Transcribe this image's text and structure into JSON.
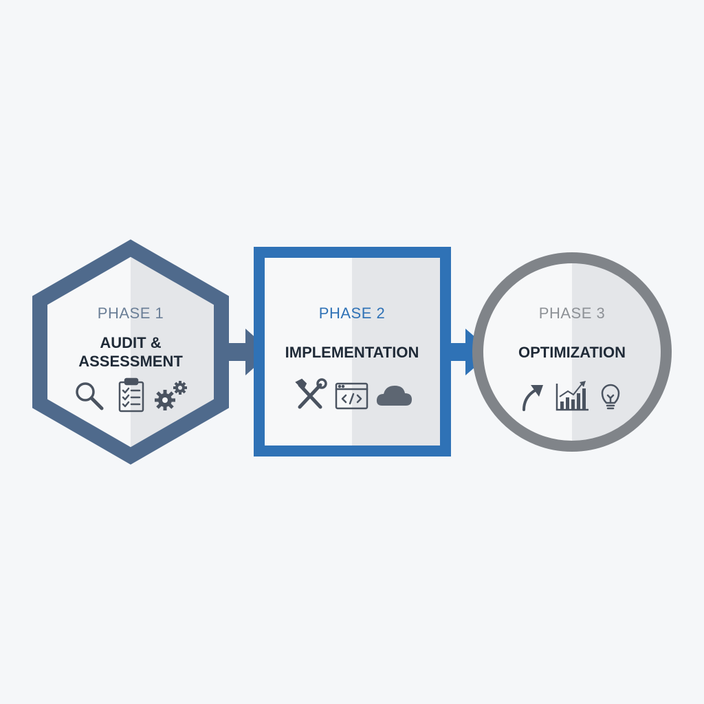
{
  "phases": [
    {
      "label": "PHASE 1",
      "title_lines": [
        "AUDIT &",
        "ASSESSMENT"
      ],
      "color": "#4f6a8c",
      "label_color": "#6b7f97",
      "icons": [
        "magnifier-icon",
        "clipboard-checklist-icon",
        "gears-icon"
      ]
    },
    {
      "label": "PHASE 2",
      "title_lines": [
        "IMPLEMENTATION"
      ],
      "color": "#2f72b6",
      "label_color": "#2f72b6",
      "icons": [
        "tools-icon",
        "code-window-icon",
        "cloud-icon"
      ]
    },
    {
      "label": "PHASE 3",
      "title_lines": [
        "OPTIMIZATION"
      ],
      "color": "#808489",
      "label_color": "#8d9196",
      "icons": [
        "up-arrow-icon",
        "bar-chart-icon",
        "lightbulb-icon"
      ]
    }
  ],
  "colors": {
    "background": "#f5f7f9",
    "panel_light": "#f7f8f9",
    "panel_shade": "#e4e6e9",
    "arrow_1": "#4f6a8c",
    "arrow_2": "#2f72b6",
    "icon": "#4a5360"
  }
}
